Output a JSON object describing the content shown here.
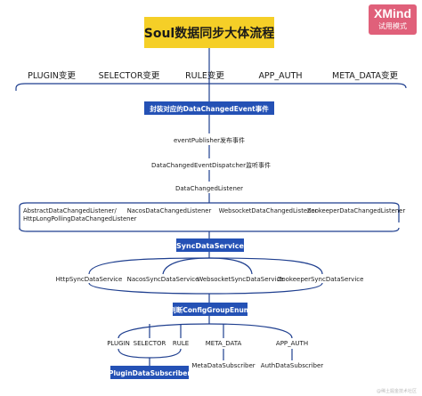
{
  "badge": {
    "logo": "XMind",
    "sub": "试用模式"
  },
  "watermark": "@稀土掘金技术社区",
  "title": "Soul数据同步大体流程",
  "change_types": [
    "PLUGIN变更",
    "SELECTOR变更",
    "RULE变更",
    "APP_AUTH",
    "META_DATA变更"
  ],
  "step_wrap": "封装对应的DataChangedEvent事件",
  "step_publish": "eventPublisher发布事件",
  "step_dispatch": "DataChangedEventDispatcher监听事件",
  "step_listener": "DataChangedListener",
  "listeners": {
    "abstract_line1": "AbstractDataChangedListener/",
    "abstract_line2": "HttpLongPollingDataChangedListener",
    "nacos": "NacosDataChangedListener",
    "websocket": "WebsocketDataChangedListener",
    "zookeeper": "ZookeeperDataChangedListener"
  },
  "sync_service": "SyncDataService",
  "sync_impls": [
    "HttpSyncDataService",
    "NacosSyncDataService",
    "WebsocketSyncDataService",
    "ZookeeperSyncDataService"
  ],
  "judge": "判断ConfigGroupEnum",
  "groups": [
    "PLUGIN",
    "SELECTOR",
    "RULE",
    "META_DATA",
    "APP_AUTH"
  ],
  "subscribers": {
    "plugin": "PluginDataSubscriber",
    "meta": "MetaDataSubscriber",
    "auth": "AuthDataSubscriber"
  },
  "colors": {
    "title_bg": "#f5cf27",
    "primary": "#2451b5",
    "line": "#1f3f8f",
    "badge": "#e0607a"
  }
}
